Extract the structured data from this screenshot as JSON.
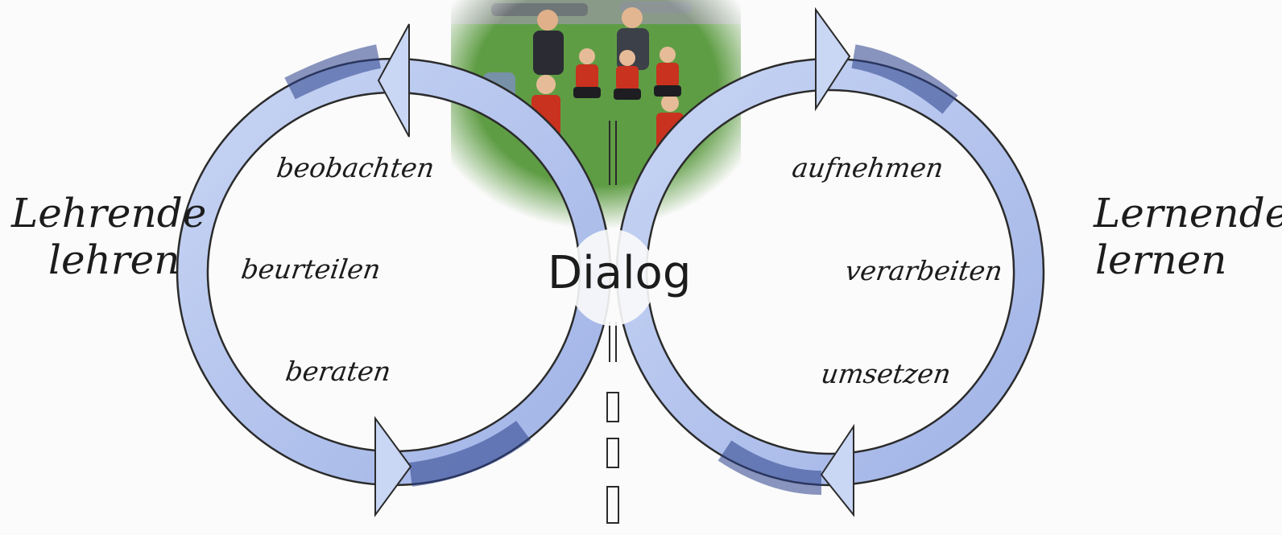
{
  "left_side": {
    "title_line1": "Lehrende",
    "title_line2": "lehren",
    "steps": [
      "beobachten",
      "beurteilen",
      "beraten"
    ]
  },
  "right_side": {
    "title_line1": "Lernende",
    "title_line2": "lernen",
    "steps": [
      "aufnehmen",
      "verarbeiten",
      "umsetzen"
    ]
  },
  "center": {
    "label": "Dialog"
  },
  "colors": {
    "loop_fill": "#aebfe9",
    "loop_dark": "#2a3f8a",
    "outline": "#2b2b2b",
    "grass": "#5f9d45",
    "shirt_red": "#c8321e"
  },
  "photo": {
    "subject": "youth football team seated on grass with coaches"
  }
}
